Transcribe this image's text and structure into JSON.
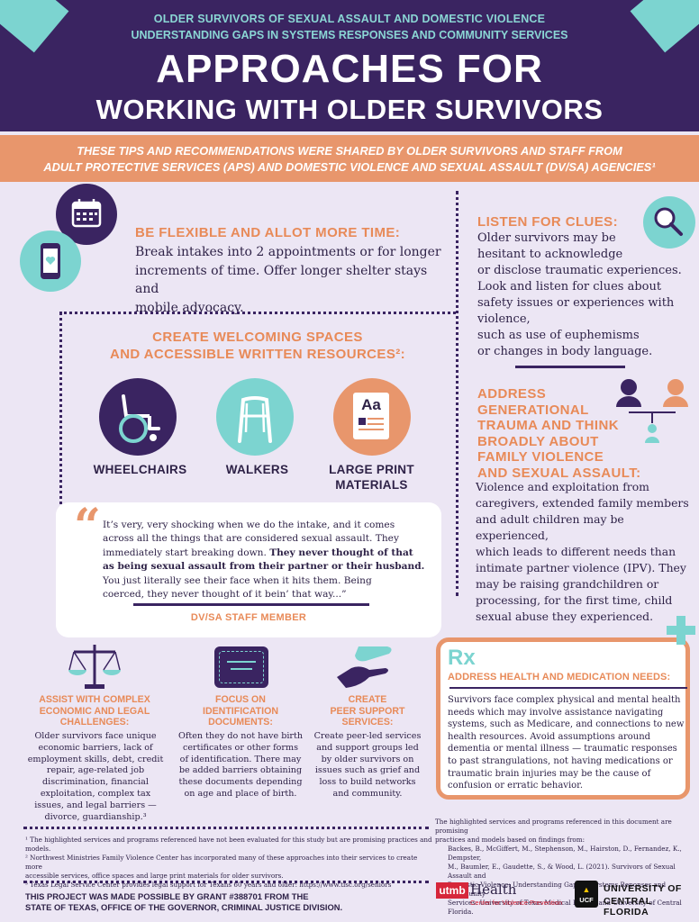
{
  "header": {
    "supertitle_1": "OLDER SURVIVORS OF SEXUAL ASSAULT AND DOMESTIC VIOLENCE",
    "supertitle_2": "UNDERSTANDING GAPS IN SYSTEMS RESPONSES AND COMMUNITY SERVICES",
    "title_1": "APPROACHES FOR",
    "title_2": "WORKING WITH OLDER SURVIVORS"
  },
  "band": {
    "line_1": "THESE TIPS AND RECOMMENDATIONS WERE SHARED BY OLDER SURVIVORS AND STAFF FROM",
    "line_2": "ADULT PROTECTIVE SERVICES (APS) AND DOMESTIC VIOLENCE AND SEXUAL ASSAULT (DV/SA) AGENCIES¹"
  },
  "flexible": {
    "heading": "BE FLEXIBLE AND ALLOT MORE TIME:",
    "lines": [
      "Break intakes into 2 appointments or for longer",
      "increments of time. Offer longer shelter stays and",
      "mobile advocacy."
    ]
  },
  "clues": {
    "heading": "LISTEN FOR CLUES:",
    "lines": [
      "Older survivors may be",
      "hesitant to acknowledge",
      "or disclose traumatic experiences.",
      "Look and listen for clues about",
      "safety issues or experiences with",
      "violence,",
      "such as use of euphemisms",
      "or changes in body language."
    ]
  },
  "welcoming": {
    "heading_1": "CREATE WELCOMING SPACES",
    "heading_2": "AND ACCESSIBLE WRITTEN RESOURCES²:",
    "items": [
      {
        "label": "WHEELCHAIRS",
        "label_2": "",
        "icon": "wheelchair-icon"
      },
      {
        "label": "WALKERS",
        "label_2": "",
        "icon": "walker-icon"
      },
      {
        "label": "LARGE PRINT",
        "label_2": "MATERIALS",
        "icon": "large-print-icon",
        "glyph": "Aa"
      }
    ]
  },
  "generational": {
    "heading": [
      "ADDRESS",
      "GENERATIONAL",
      "TRAUMA AND THINK",
      "BROADLY ABOUT",
      "FAMILY VIOLENCE",
      "AND SEXUAL ASSAULT:"
    ],
    "lines": [
      "Violence and exploitation from",
      "caregivers, extended family members",
      "and adult children may be experienced,",
      "which leads to different needs than",
      "intimate partner violence (IPV). They",
      "may be raising grandchildren or",
      "processing, for the first time, child",
      "sexual abuse they experienced."
    ]
  },
  "quote": {
    "mark": "“",
    "line_1": "It’s very, very shocking when we do the intake, and it comes",
    "line_2": "across all the things that are considered sexual assault. They",
    "line_3a": "immediately start breaking down. ",
    "line_3b": "They never thought of that",
    "line_4": "as being sexual assault from their partner or their husband.",
    "line_5": "You just literally see their face when it hits them. Being",
    "line_6": "coerced, they never thought of it bein’ that way...”",
    "attribution": "DV/SA STAFF MEMBER"
  },
  "complex": {
    "heading": [
      "ASSIST WITH COMPLEX",
      "ECONOMIC AND LEGAL",
      "CHALLENGES:"
    ],
    "lines": [
      "Older survivors face unique",
      "economic barriers, lack of",
      "employment skills, debt, credit",
      "repair, age-related job",
      "discrimination, financial",
      "exploitation, complex tax",
      "issues, and legal barriers —",
      "divorce, guardianship.³"
    ]
  },
  "identification": {
    "heading": [
      "FOCUS ON",
      "IDENTIFICATION",
      "DOCUMENTS:"
    ],
    "lines": [
      "Often they do not have birth",
      "certificates or other forms",
      "of identification. There may",
      "be added barriers obtaining",
      "these documents depending",
      "on age and place of birth."
    ]
  },
  "peer": {
    "heading": [
      "CREATE",
      "PEER SUPPORT",
      "SERVICES:"
    ],
    "lines": [
      "Create peer-led services",
      "and support groups led",
      "by older survivors on",
      "issues such as grief and",
      "loss to build networks",
      "and community."
    ]
  },
  "health": {
    "rx": "Rx",
    "heading": "ADDRESS HEALTH AND MEDICATION NEEDS:",
    "lines": [
      "Survivors face complex physical and mental health",
      "needs which may involve assistance navigating",
      "systems, such as Medicare, and connections to new",
      "health resources. Avoid assumptions around",
      "dementia or mental illness — traumatic responses",
      "to past strangulations, not having medications or",
      "traumatic brain injuries may be the cause of",
      "confusion or erratic behavior."
    ]
  },
  "footnotes": [
    "¹ The highlighted services and programs referenced have not been evaluated for this study but are promising practices and models.",
    "² Northwest Ministries Family Violence Center has incorporated many of these approaches into their services to create more",
    "accessible services, office spaces and large print materials for older survivors.",
    "³ Texas Legal Service Center provides legal support for Texans 60 years and older: https://www.tlsc.org/seniors"
  ],
  "reference": [
    "The highlighted services and programs referenced in this document are promising",
    "practices and models based on findings from:",
    "Backes, B., McGiffert, M., Stephenson, M., Hairston, D., Fernandez, K., Dempster,",
    "M., Baumler, E., Gaudette, S., & Wood, L. (2021). Survivors of Sexual Assault and",
    "Domestic Violence: Understanding Gaps in Systems Reponses and Community",
    "Services. University of Texas Medical Branch and University of Central Florida."
  ],
  "grant": {
    "line_1": "THIS PROJECT WAS MADE POSSIBLE BY GRANT #388701 FROM THE",
    "line_2": "STATE OF TEXAS, OFFICE OF THE GOVERNOR, CRIMINAL JUSTICE DIVISION."
  },
  "logos": {
    "utmb": "utmb",
    "health": "Health",
    "center": "Center for Violence Prevention",
    "ucf_mark": "UCF",
    "ucf_1": "UNIVERSITY OF",
    "ucf_2": "CENTRAL FLORIDA"
  },
  "colors": {
    "purple": "#3a2461",
    "orange": "#e8966c",
    "teal": "#7cd4d0",
    "background": "#ece6f4"
  }
}
